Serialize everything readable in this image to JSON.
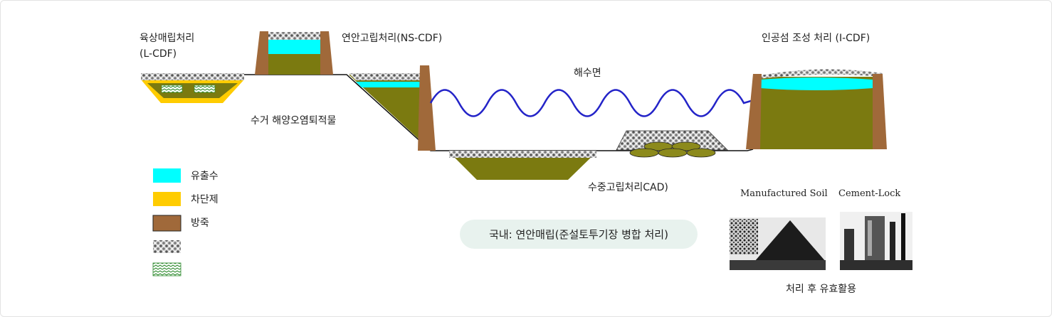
{
  "labels": {
    "land_cdf_line1": "육상매립처리",
    "land_cdf_line2": "(L-CDF)",
    "ns_cdf": "연안고립처리(NS-CDF)",
    "i_cdf": "인공섬 조성 처리 (I-CDF)",
    "sea_level": "해수면",
    "dredged": "수거 해양오염퇴적물",
    "cad": "수중고립처리CAD)",
    "domestic": "국내: 연안매립(준설토투기장 병합 처리)",
    "reuse": "처리 후 유효활용",
    "photo_left": "Manufactured Soil",
    "photo_right": "Cement-Lock"
  },
  "legend": [
    {
      "label": "유출수",
      "color": "#00ffff"
    },
    {
      "label": "차단제",
      "color": "#ffcc00"
    },
    {
      "label": "방죽",
      "color": "#a0693a"
    },
    {
      "label": "",
      "pattern": "gravel"
    },
    {
      "label": "",
      "pattern": "wave"
    }
  ],
  "colors": {
    "sediment": "#7b7a10",
    "water": "#00ffff",
    "barrier": "#ffcc00",
    "dike": "#a0693a",
    "sea_line": "#2424c8"
  }
}
